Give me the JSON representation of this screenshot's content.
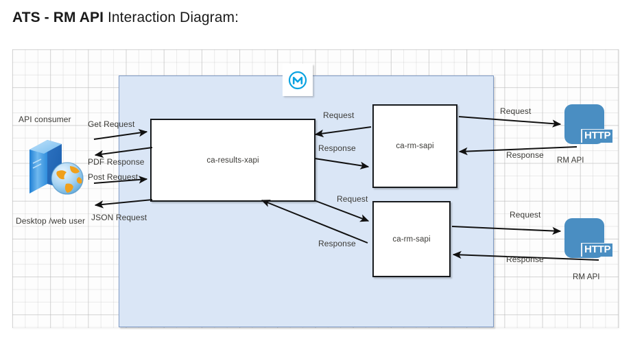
{
  "title": {
    "bold_part": "ATS - RM API",
    "normal_part": " Interaction Diagram:"
  },
  "diagram": {
    "container_label": "mule-application-container",
    "mule_logo": "mulesoft-logo-icon",
    "actors": [
      {
        "id": "api-consumer",
        "top_label": "API consumer",
        "bottom_label": "Desktop /web user",
        "icon": "server-globe-icon"
      }
    ],
    "processes": [
      {
        "id": "xapi",
        "name": "ca-results-xapi"
      },
      {
        "id": "sapi-top",
        "name": "ca-rm-sapi"
      },
      {
        "id": "sapi-bottom",
        "name": "ca-rm-sapi"
      }
    ],
    "endpoints": [
      {
        "id": "rm-api-top",
        "name": "RM API",
        "protocol": "HTTP",
        "icon": "http-endpoint-icon"
      },
      {
        "id": "rm-api-bottom",
        "name": "RM API",
        "protocol": "HTTP",
        "icon": "http-endpoint-icon"
      }
    ],
    "flows": [
      {
        "id": "consumer-get",
        "label": "Get Request"
      },
      {
        "id": "consumer-pdf",
        "label": "PDF Response"
      },
      {
        "id": "consumer-post",
        "label": "Post Request"
      },
      {
        "id": "consumer-json",
        "label": "JSON Request"
      },
      {
        "id": "xapi-sapi-top-req",
        "label": "Request"
      },
      {
        "id": "xapi-sapi-top-res",
        "label": "Response"
      },
      {
        "id": "sapi-top-http-req",
        "label": "Request"
      },
      {
        "id": "sapi-top-http-res",
        "label": "Response"
      },
      {
        "id": "xapi-sapi-bot-req",
        "label": "Request"
      },
      {
        "id": "xapi-sapi-bot-res",
        "label": "Response"
      },
      {
        "id": "sapi-bot-http-req",
        "label": "Request"
      },
      {
        "id": "sapi-bot-http-res",
        "label": "Response"
      }
    ]
  },
  "colors": {
    "mule_container_fill": "#dae6f6",
    "mule_container_stroke": "#7d99c4",
    "endpoint_blue": "#4a8ec2",
    "box_stroke": "#16191c",
    "label_text": "#3b3a36",
    "canvas_bg": "#fdfdfd"
  }
}
